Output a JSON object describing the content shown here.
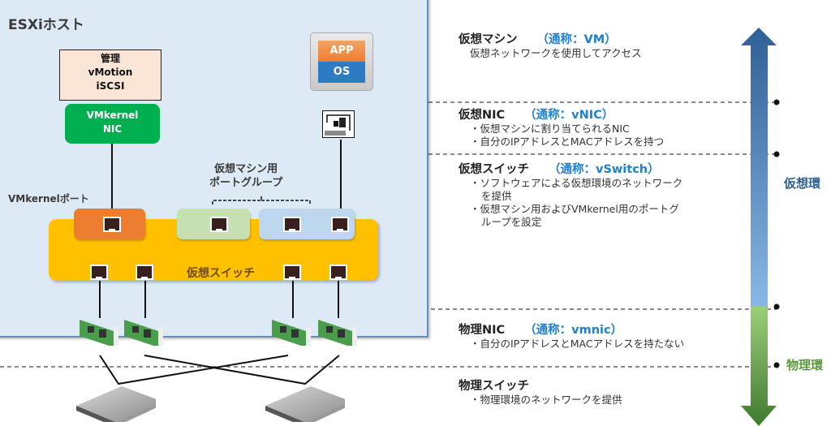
{
  "host": {
    "title": "ESXiホスト",
    "mgmt_lines": [
      "管理",
      "vMotion",
      "iSCSI"
    ],
    "vmkernel_nic_lines": [
      "VMkernel",
      "NIC"
    ],
    "vm_icon": {
      "app": "APP",
      "os": "OS"
    },
    "vmkernel_port_label": "VMkernelポート",
    "vm_portgroup_label_lines": [
      "仮想マシン用",
      "ポートグループ"
    ],
    "vswitch_label": "仮想スイッチ"
  },
  "descriptions": [
    {
      "title": "仮想マシン",
      "alias": "（通称：VM）",
      "lines": [
        "仮想ネットワークを使用してアクセス"
      ]
    },
    {
      "title": "仮想NIC",
      "alias": "（通称：vNIC）",
      "lines": [
        "・仮想マシンに割り当てられるNIC",
        "・自分のIPアドレスとMACアドレスを持つ"
      ]
    },
    {
      "title": "仮想スイッチ",
      "alias": "（通称：vSwitch）",
      "lines": [
        "・ソフトウェアによる仮想環境のネットワーク",
        "を提供",
        "・仮想マシン用およびVMkernel用のポートグ",
        "ループを設定"
      ]
    },
    {
      "title": "物理NIC",
      "alias": "（通称：vmnic）",
      "lines": [
        "・自分のIPアドレスとMACアドレスを持たない"
      ]
    },
    {
      "title": "物理スイッチ",
      "alias": "",
      "lines": [
        "・物理環境のネットワークを提供"
      ]
    }
  ],
  "environment": {
    "virtual_label": "仮想環",
    "physical_label": "物理環",
    "virtual_color": "#2f5f93",
    "physical_color": "#5b9a3c"
  }
}
